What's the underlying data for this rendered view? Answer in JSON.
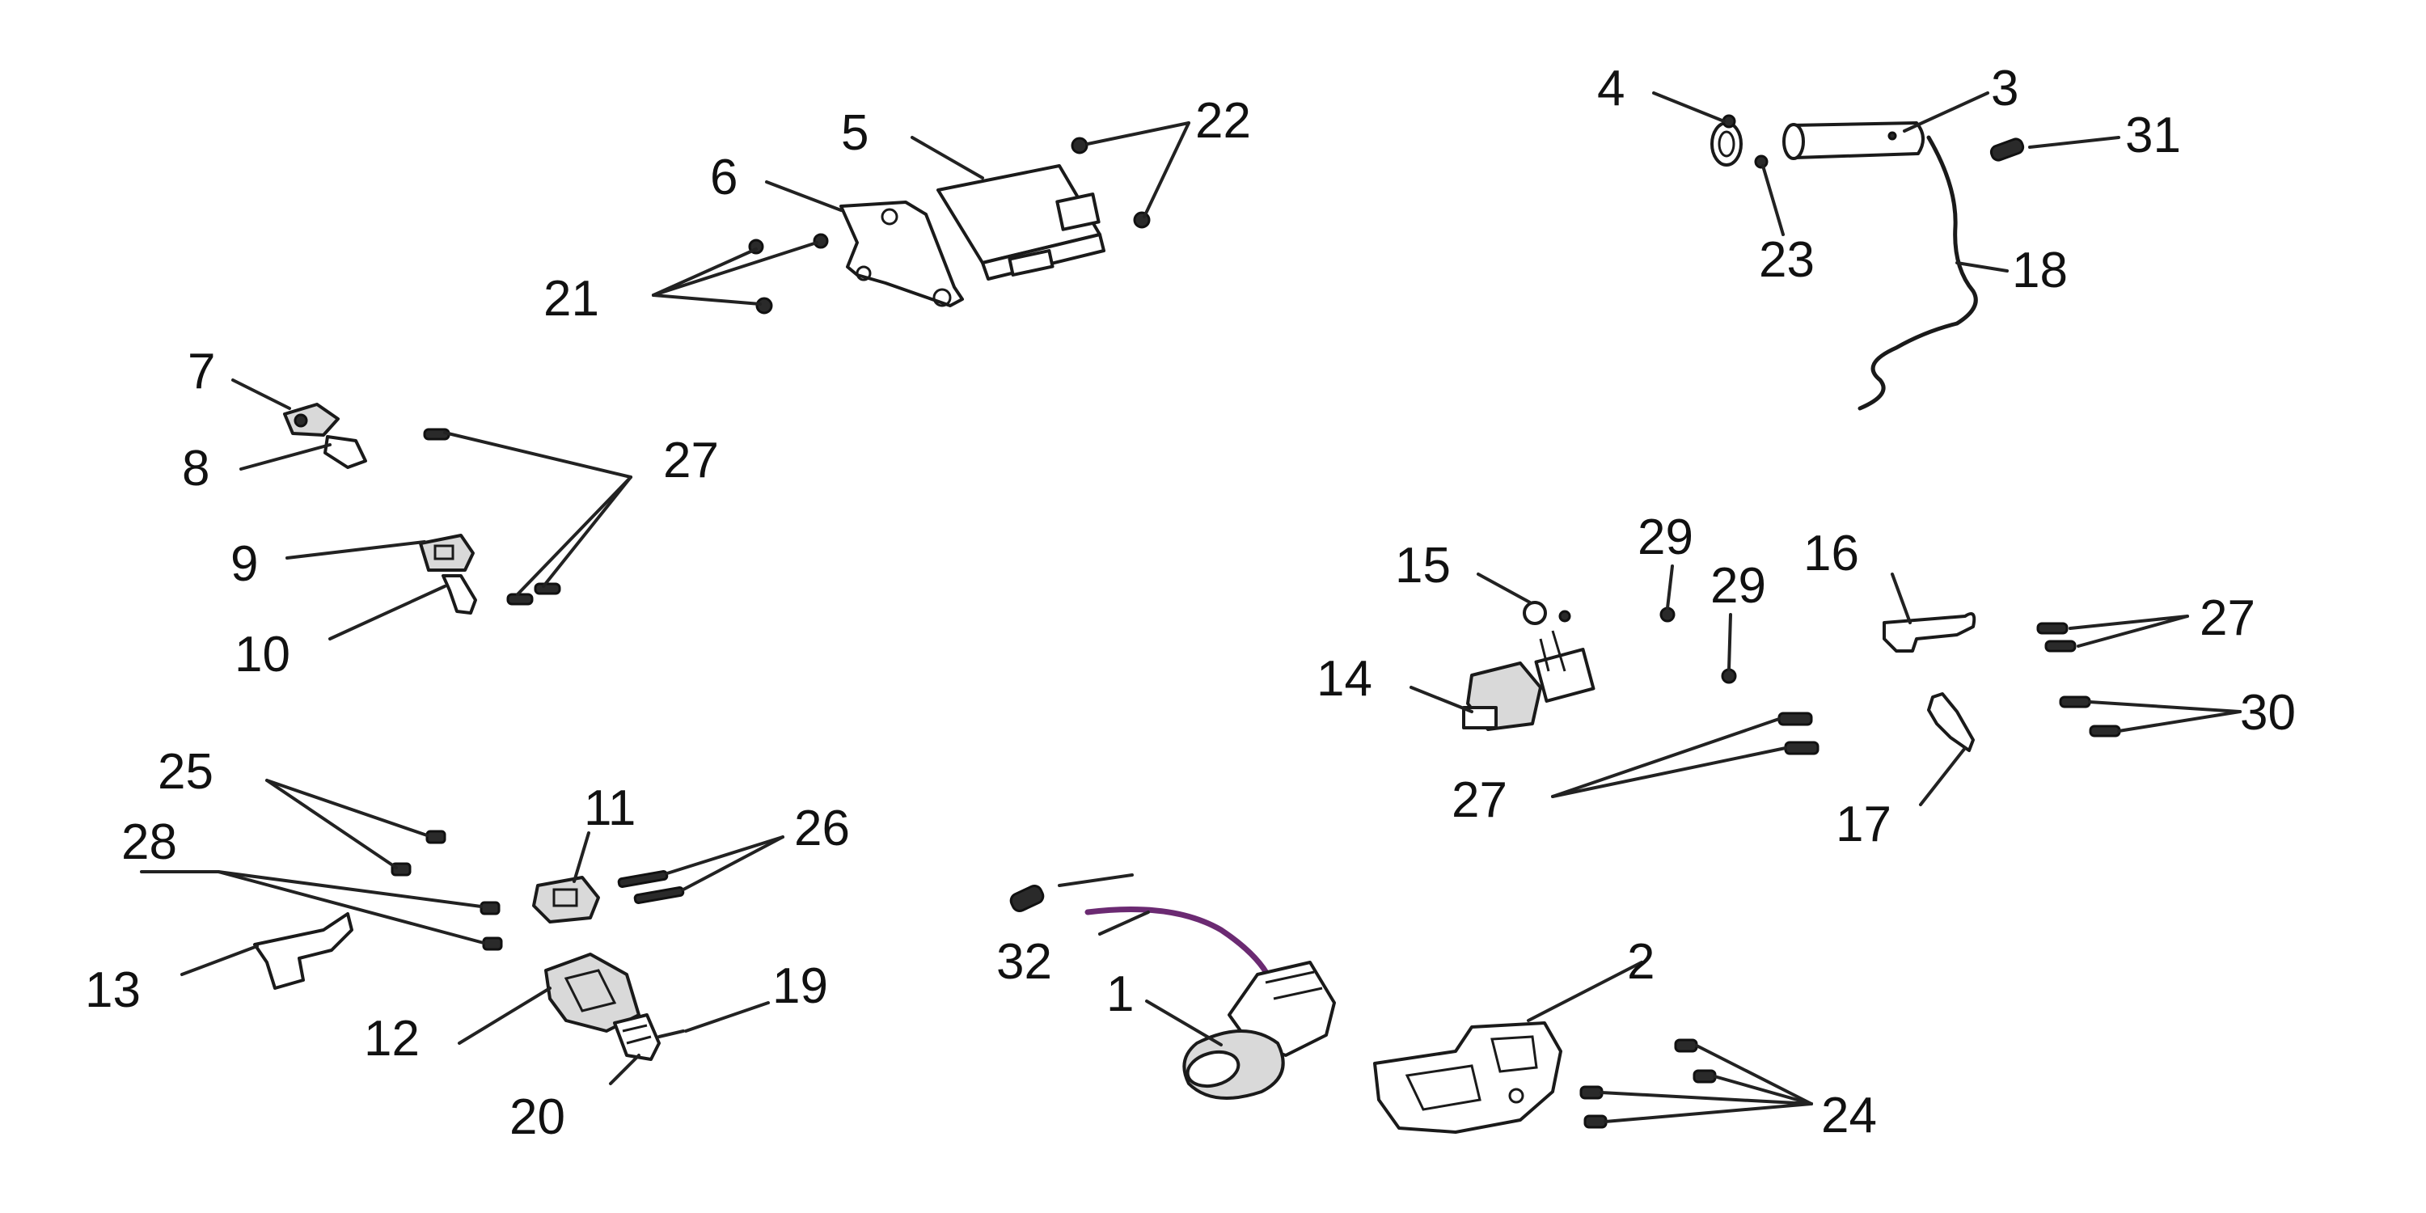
{
  "diagram": {
    "callouts": {
      "c1": "1",
      "c2": "2",
      "c3": "3",
      "c4": "4",
      "c5": "5",
      "c6": "6",
      "c7": "7",
      "c8": "8",
      "c9": "9",
      "c10": "10",
      "c11": "11",
      "c12": "12",
      "c13": "13",
      "c14": "14",
      "c15": "15",
      "c16": "16",
      "c17": "17",
      "c18": "18",
      "c19": "19",
      "c20": "20",
      "c21": "21",
      "c22": "22",
      "c23": "23",
      "c24": "24",
      "c25": "25",
      "c26": "26",
      "c27a": "27",
      "c27b": "27",
      "c27c": "27",
      "c28": "28",
      "c29a": "29",
      "c29b": "29",
      "c30": "30",
      "c31": "31",
      "c32": "32"
    },
    "colors": {
      "lines": "#222222",
      "wire_accent": "#6b2a72"
    }
  }
}
